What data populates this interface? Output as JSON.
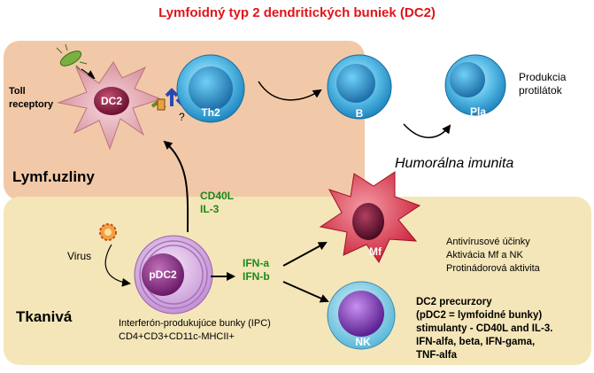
{
  "title": "Lymfoidný typ 2 dendritických buniek (DC2)",
  "regions": {
    "lymph_node": "Lymf.uzliny",
    "tissue": "Tkanivá"
  },
  "cells": {
    "dc2": "DC2",
    "th2": "Th2",
    "b": "B",
    "pla": "Pla",
    "pdc2": "pDC2",
    "mf": "Mf",
    "nk": "NK"
  },
  "labels": {
    "toll_receptors": "Toll\nreceptory",
    "question_mark": "?",
    "antibody_production": "Produkcia\nprotilátok",
    "humoral_immunity": "Humorálna imunita",
    "cd40l_il3": "CD40L\nIL-3",
    "ifn": "IFN-a\nIFN-b",
    "virus": "Virus",
    "antiviral_effects": "Antivírusové účinky\nAktivácia Mf a NK\nProtinádorová aktivita",
    "ipc": "Interferón-produkujúce bunky (IPC)\nCD4+CD3+CD11c-MHCII+",
    "dc2_precursors": "DC2 precurzory\n(pDC2 = lymfoidné bunky)\nstimulanty - CD40L and IL-3.\nIFN-alfa, beta, IFN-gama,\nTNF-alfa"
  },
  "colors": {
    "title": "#e0141a",
    "lymph_node_bg": "#f2c9a8",
    "tissue_bg": "#f4e6b8",
    "cytokine_text": "#1a8a1a",
    "blue_cell": "#3aa8d8",
    "dc2_body": "#e8b0b8",
    "mf_body": "#e0384a",
    "pdc2_body": "#d9b0e0",
    "nk_body": "#8a5ab8"
  }
}
